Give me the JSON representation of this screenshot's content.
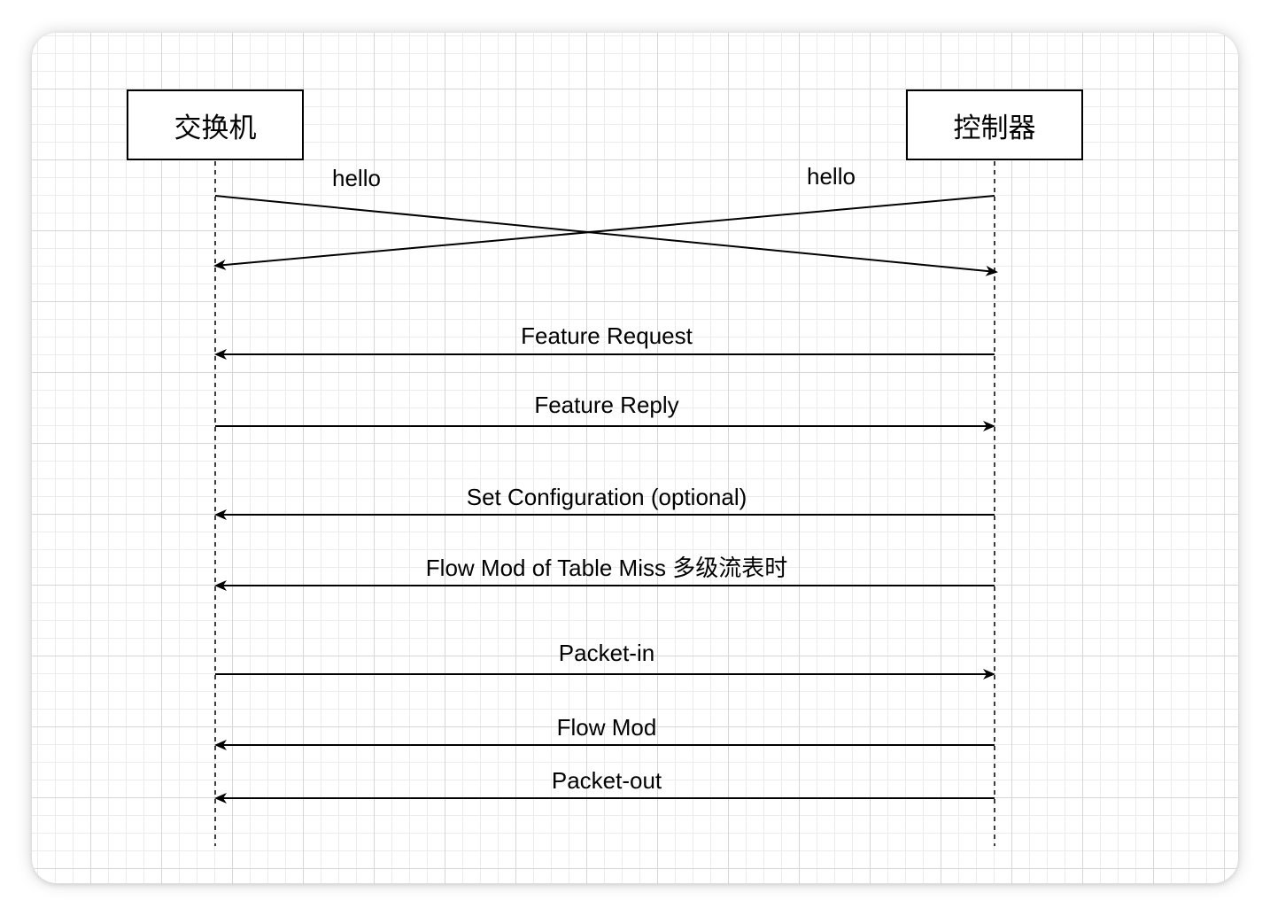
{
  "actors": {
    "switch": "交换机",
    "controller": "控制器"
  },
  "messages": {
    "hello_from_switch": "hello",
    "hello_from_controller": "hello",
    "feature_request": "Feature Request",
    "feature_reply": "Feature Reply",
    "set_configuration": "Set Configuration (optional)",
    "flow_mod_table_miss": "Flow Mod of Table Miss 多级流表时",
    "packet_in": "Packet-in",
    "flow_mod": "Flow Mod",
    "packet_out": "Packet-out"
  }
}
